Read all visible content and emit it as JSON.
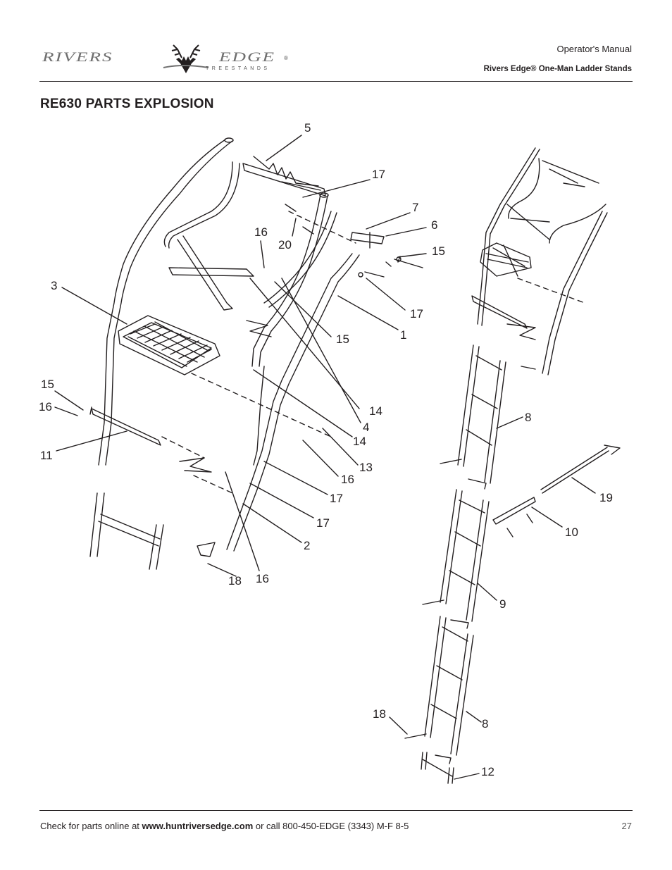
{
  "header": {
    "logo_text": "RIVERS EDGE",
    "logo_subtext": "TREESTANDS",
    "logo_mark": "®",
    "manual_label": "Operator's Manual",
    "product_line": "Rivers Edge® One-Man Ladder Stands"
  },
  "title": "RE630 PARTS EXPLOSION",
  "callouts": [
    "5",
    "17",
    "7",
    "6",
    "16",
    "20",
    "15",
    "3",
    "17",
    "1",
    "15",
    "15",
    "16",
    "14",
    "11",
    "4",
    "14",
    "13",
    "16",
    "17",
    "17",
    "2",
    "18",
    "16",
    "8",
    "19",
    "10",
    "9",
    "18",
    "8",
    "12"
  ],
  "footer": {
    "text_before": "Check for parts online at ",
    "url": "www.huntriversedge.com",
    "text_after": " or call 800-450-EDGE (3343) M-F 8-5",
    "page_number": "27"
  }
}
